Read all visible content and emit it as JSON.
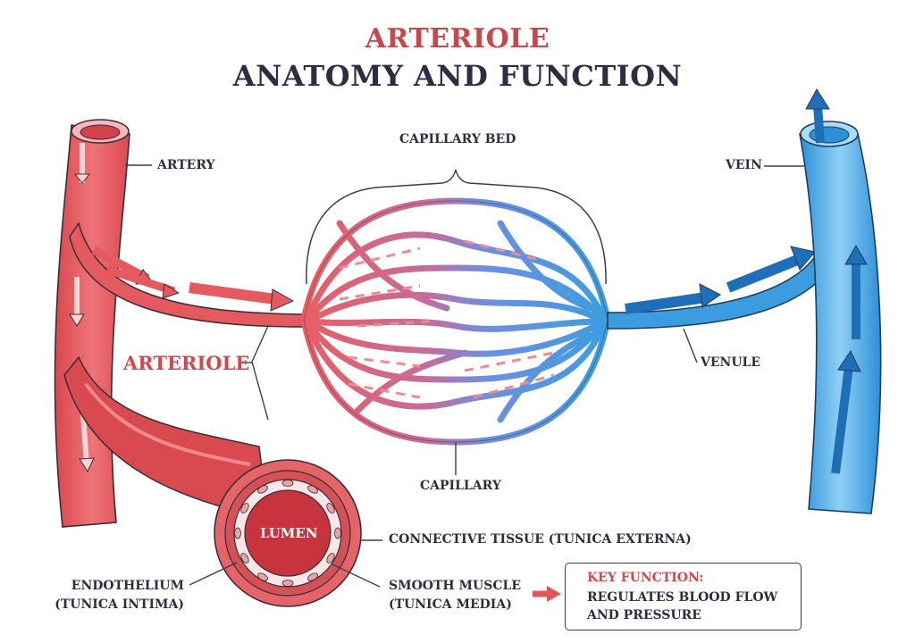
{
  "title": {
    "line1": "ARTERIOLE",
    "line2": "ANATOMY AND FUNCTION"
  },
  "labels": {
    "artery": "ARTERY",
    "capillary_bed": "CAPILLARY BED",
    "vein": "VEIN",
    "arteriole": "ARTERIOLE",
    "venule": "VENULE",
    "capillary": "CAPILLARY",
    "lumen": "LUMEN",
    "connective_tissue": "CONNECTIVE TISSUE (TUNICA EXTERNA)",
    "endothelium_line1": "ENDOTHELIUM",
    "endothelium_line2": "(TUNICA INTIMA)",
    "smooth_muscle_line1": "SMOOTH MUSCLE",
    "smooth_muscle_line2": "(TUNICA MEDIA)"
  },
  "key_function": {
    "title": "KEY FUNCTION:",
    "line1": "REGULATES BLOOD FLOW",
    "line2": "AND PRESSURE"
  },
  "colors": {
    "arterial_red": "#e0575a",
    "venous_blue": "#3b9de0",
    "title_red": "#c8484a",
    "dark_text": "#2b2e45"
  }
}
